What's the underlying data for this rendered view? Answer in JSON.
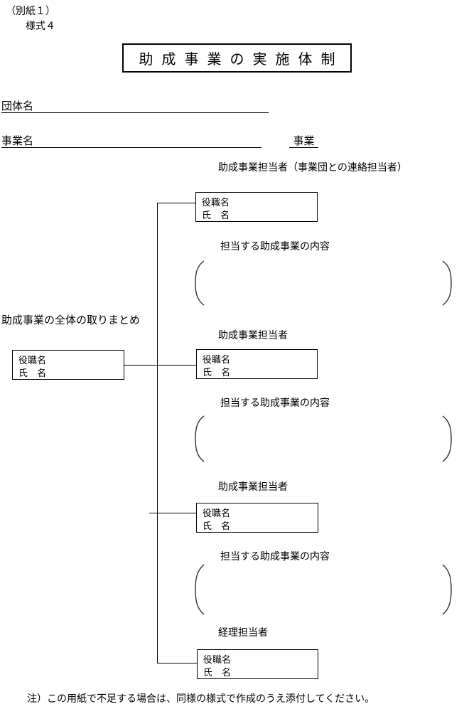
{
  "header": {
    "attachment": "（別紙１）",
    "form_style": "様式４",
    "title": "助成事業の実施体制"
  },
  "fields": {
    "org_name_label": "団体名",
    "project_name_label": "事業名",
    "project_suffix": "事業"
  },
  "org_chart": {
    "coordinator_heading": "助成事業の全体の取りまとめ",
    "box_labels": {
      "role": "役職名",
      "name": "氏　名"
    },
    "sections": [
      {
        "heading": "助成事業担当者（事業団との連絡担当者）",
        "content_heading": "担当する助成事業の内容"
      },
      {
        "heading": "助成事業担当者",
        "content_heading": "担当する助成事業の内容"
      },
      {
        "heading": "助成事業担当者",
        "content_heading": "担当する助成事業の内容"
      },
      {
        "heading": "経理担当者"
      }
    ]
  },
  "footer": {
    "note": "注）この用紙で不足する場合は、同様の様式で作成のうえ添付してください。"
  },
  "colors": {
    "ink": "#000000",
    "paper": "#ffffff"
  }
}
